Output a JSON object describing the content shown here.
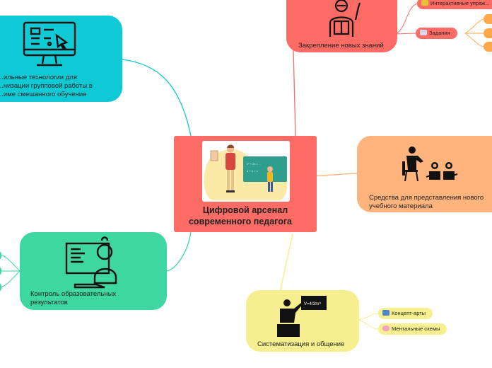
{
  "central": {
    "title_line1": "Цифровой арсенал",
    "title_line2": "современного педагога",
    "color": "#fc6b64"
  },
  "branches": {
    "reinforce": {
      "label": "Закрепление новых знаний",
      "color": "#fc6b64",
      "icon": "teacher-with-book-icon"
    },
    "group": {
      "label_lines": [
        "...ильные технологии для",
        "...низации групповой работы в",
        "...име смешанного обучения"
      ],
      "color": "#0fcad4",
      "icon": "computer-monitor-icon"
    },
    "present": {
      "label_lines": [
        "Средства для представления нового",
        "учебного материала"
      ],
      "color": "#ffb37d",
      "icon": "teacher-with-pupils-icon"
    },
    "control": {
      "label_lines": [
        "Контроль образовательных",
        "результатов"
      ],
      "color": "#3ed6a1",
      "icon": "student-at-screen-icon"
    },
    "system": {
      "label": "Систематизация и общение",
      "color": "#f6ef8f",
      "icon": "teacher-at-blackboard-icon"
    }
  },
  "chips": {
    "interactive": "Интерактивные упраж...",
    "tasks": "Задания",
    "concept": "Концепт-арты",
    "mental": "Ментальные схемы"
  },
  "board_formula": "V=4/3πr³"
}
